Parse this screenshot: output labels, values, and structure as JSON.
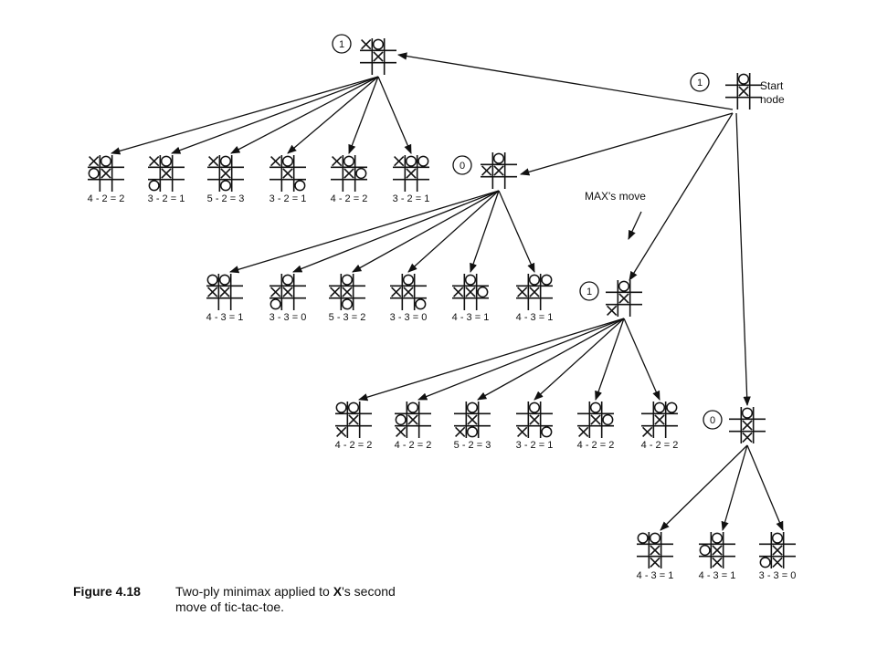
{
  "start": {
    "value": "1",
    "line1": "Start",
    "line2": "node"
  },
  "max_move_label": "MAX's move",
  "nodes": [
    {
      "id": "A",
      "value": "1"
    },
    {
      "id": "B",
      "value": "0"
    },
    {
      "id": "C",
      "value": "1"
    },
    {
      "id": "D",
      "value": "0"
    }
  ],
  "leaves_A": [
    "4 - 2 = 2",
    "3 - 2 = 1",
    "5 - 2 = 3",
    "3 - 2 = 1",
    "4 - 2 = 2",
    "3 - 2 = 1"
  ],
  "leaves_B": [
    "4 - 3 = 1",
    "3 - 3 = 0",
    "5 - 3 = 2",
    "3 - 3 = 0",
    "4 - 3 = 1",
    "4 - 3 = 1"
  ],
  "leaves_C": [
    "4 - 2 = 2",
    "4 - 2 = 2",
    "5 - 2 = 3",
    "3 - 2 = 1",
    "4 - 2 = 2",
    "4 - 2 = 2"
  ],
  "leaves_D": [
    "4 - 3 = 1",
    "4 - 3 = 1",
    "3 - 3 = 0"
  ],
  "caption": {
    "fig_label": "Figure 4.18",
    "text_before": "Two-ply minimax applied to ",
    "x_symbol": "X",
    "text_after": "'s second",
    "line2": "move of tic-tac-toe."
  },
  "boards": {
    "start": [
      "",
      "O",
      "",
      "",
      "X",
      "",
      "",
      "",
      ""
    ],
    "A": [
      "X",
      "O",
      "",
      "",
      "X",
      "",
      "",
      "",
      ""
    ],
    "B": [
      "",
      "O",
      "",
      "X",
      "X",
      "",
      "",
      "",
      ""
    ],
    "C": [
      "",
      "O",
      "",
      "",
      "X",
      "",
      "X",
      "",
      ""
    ],
    "D": [
      "",
      "O",
      "",
      "",
      "X",
      "",
      "",
      "X",
      ""
    ],
    "A1": [
      "X",
      "O",
      "",
      "O",
      "X",
      "",
      "",
      "",
      ""
    ],
    "A2": [
      "X",
      "O",
      "",
      "",
      "X",
      "",
      "O",
      "",
      ""
    ],
    "A3": [
      "X",
      "O",
      "",
      "",
      "X",
      "",
      "",
      "O",
      ""
    ],
    "A4": [
      "X",
      "O",
      "",
      "",
      "X",
      "",
      "",
      "",
      "O"
    ],
    "A5": [
      "X",
      "O",
      "",
      "",
      "X",
      "O",
      "",
      "",
      ""
    ],
    "A6": [
      "X",
      "O",
      "O",
      "",
      "X",
      "",
      "",
      "",
      ""
    ],
    "B1": [
      "O",
      "O",
      "",
      "X",
      "X",
      "",
      "",
      "",
      ""
    ],
    "B2": [
      "",
      "O",
      "",
      "X",
      "X",
      "",
      "O",
      "",
      ""
    ],
    "B3": [
      "",
      "O",
      "",
      "X",
      "X",
      "",
      "",
      "O",
      ""
    ],
    "B4": [
      "",
      "O",
      "",
      "X",
      "X",
      "",
      "",
      "",
      "O"
    ],
    "B5": [
      "",
      "O",
      "",
      "X",
      "X",
      "O",
      "",
      "",
      ""
    ],
    "B6": [
      "",
      "O",
      "O",
      "X",
      "X",
      "",
      "",
      "",
      ""
    ],
    "C1": [
      "O",
      "O",
      "",
      "",
      "X",
      "",
      "X",
      "",
      ""
    ],
    "C2": [
      "",
      "O",
      "",
      "O",
      "X",
      "",
      "X",
      "",
      ""
    ],
    "C3": [
      "",
      "O",
      "",
      "",
      "X",
      "",
      "X",
      "O",
      ""
    ],
    "C4": [
      "",
      "O",
      "",
      "",
      "X",
      "",
      "X",
      "",
      "O"
    ],
    "C5": [
      "",
      "O",
      "",
      "",
      "X",
      "O",
      "X",
      "",
      ""
    ],
    "C6": [
      "",
      "O",
      "O",
      "",
      "X",
      "",
      "X",
      "",
      ""
    ],
    "D1": [
      "O",
      "O",
      "",
      "",
      "X",
      "",
      "",
      "X",
      ""
    ],
    "D2": [
      "",
      "O",
      "",
      "O",
      "X",
      "",
      "",
      "X",
      ""
    ],
    "D3": [
      "",
      "O",
      "",
      "",
      "X",
      "",
      "O",
      "X",
      ""
    ]
  }
}
